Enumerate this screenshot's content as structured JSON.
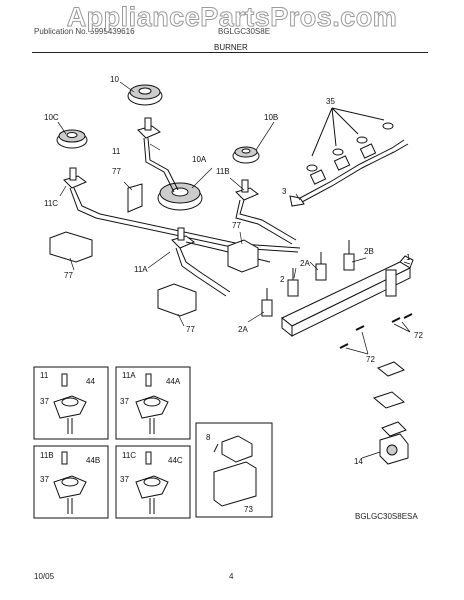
{
  "watermark": "AppliancePartsPros.com",
  "header": {
    "left": "Publication No. 5995439616",
    "right": "BGLGC30S8E",
    "section": "BURNER"
  },
  "labels": {
    "l10": "10",
    "l35": "35",
    "l10C": "10C",
    "l10B": "10B",
    "l11a": "11",
    "l10A": "10A",
    "l77a": "77",
    "l11B": "11B",
    "l3": "3",
    "l11C": "11C",
    "l77b": "77",
    "l2B": "2B",
    "l1": "1",
    "l77c": "77",
    "l2a": "2",
    "l2Aa": "2A",
    "l11A": "11A",
    "l77d": "77",
    "l2Ab": "2A",
    "l72a": "72",
    "l72b": "72",
    "l14": "14"
  },
  "insets": {
    "a": {
      "part": "11",
      "screw": "44",
      "side": "37"
    },
    "b": {
      "part": "11A",
      "screw": "44A",
      "side": "37"
    },
    "c": {
      "part": "11B",
      "screw": "44B",
      "side": "37"
    },
    "d": {
      "part": "11C",
      "screw": "44C",
      "side": "37"
    },
    "e": {
      "part": "8",
      "bracket": "73"
    }
  },
  "model": "BGLGC30S8ESA",
  "footer": {
    "date": "10/05",
    "page": "4"
  }
}
